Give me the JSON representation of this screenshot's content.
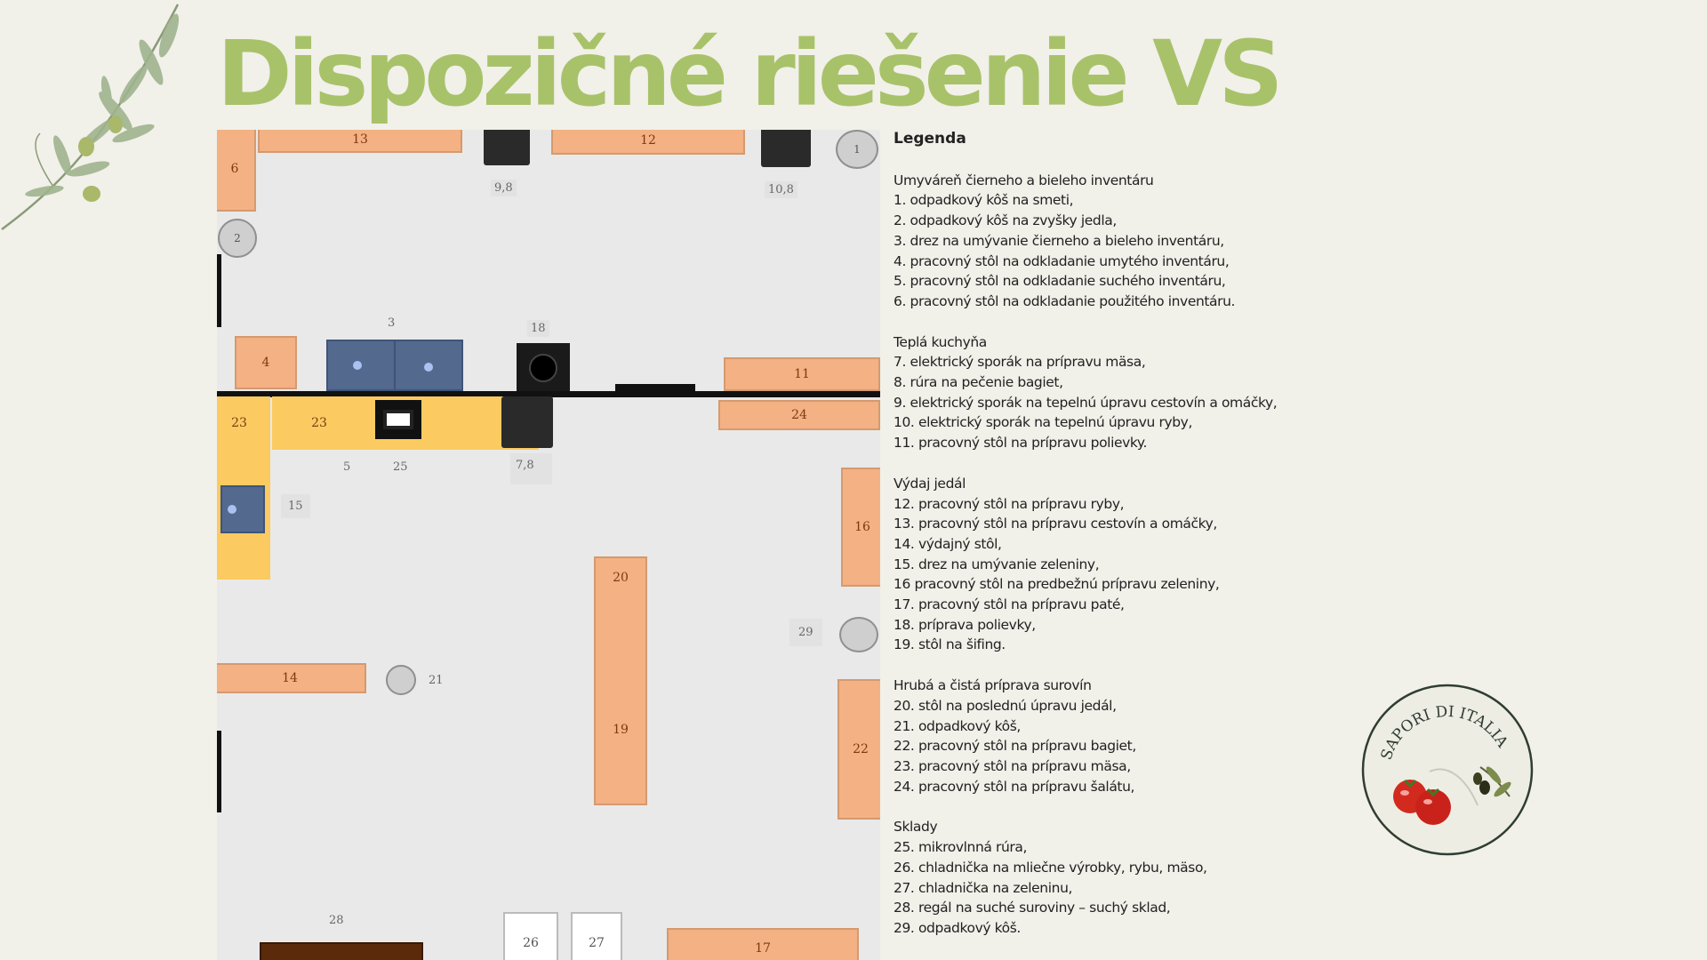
{
  "title": "Dispozičné riešenie VS",
  "plan": {
    "t13": "13",
    "t12": "12",
    "t6": "6",
    "s98": "9,8",
    "s108": "10,8",
    "b1": "1",
    "b2": "2",
    "c3": "3",
    "c18": "18",
    "t4": "4",
    "t11": "11",
    "y23a": "23",
    "y23b": "23",
    "t24": "24",
    "c5": "5",
    "c25": "25",
    "s78": "7,8",
    "c15": "15",
    "t16": "16",
    "t20": "20",
    "t19": "19",
    "l29": "29",
    "t14": "14",
    "l21": "21",
    "t22": "22",
    "c28": "28",
    "f26": "26",
    "f27": "27",
    "t17": "17"
  },
  "legend": {
    "heading": "Legenda",
    "s1_title": "Umyváreň čierneho a bieleho inventáru",
    "s1_items": [
      "1. odpadkový kôš na smeti,",
      "2. odpadkový kôš na zvyšky jedla,",
      "3. drez na umývanie čierneho a bieleho inventáru,",
      "4. pracovný stôl na odkladanie umytého inventáru,",
      "5. pracovný stôl na odkladanie suchého inventáru,",
      "6. pracovný stôl na odkladanie použitého inventáru."
    ],
    "s2_title": "Teplá kuchyňa",
    "s2_items": [
      "7. elektrický sporák na prípravu mäsa,",
      "8. rúra na pečenie bagiet,",
      "9. elektrický sporák na tepelnú úpravu cestovín a omáčky,",
      "10. elektrický sporák na tepelnú úpravu ryby,",
      "11. pracovný stôl na prípravu polievky."
    ],
    "s3_title": "Výdaj jedál",
    "s3_items": [
      "12. pracovný stôl na prípravu ryby,",
      "13. pracovný stôl na prípravu cestovín a omáčky,",
      "14. výdajný stôl,",
      "15. drez na umývanie zeleniny,",
      "16 pracovný stôl na predbežnú prípravu zeleniny,",
      "17. pracovný stôl na prípravu paté,",
      "18. príprava polievky,",
      "19. stôl na šifing."
    ],
    "s4_title": "Hrubá a čistá príprava surovín",
    "s4_items": [
      "20. stôl na poslednú úpravu jedál,",
      "21. odpadkový kôš,",
      "22. pracovný stôl na prípravu bagiet,",
      "23. pracovný stôl na prípravu mäsa,",
      "24. pracovný stôl na prípravu šalátu,"
    ],
    "s5_title": "Sklady",
    "s5_items": [
      "25. mikrovlnná rúra,",
      "26. chladnička na mliečne výrobky, rybu, mäso,",
      "27. chladnička na zeleninu,",
      "28. regál na suché suroviny – suchý sklad,",
      "29. odpadkový kôš."
    ]
  },
  "logo": {
    "text": "SAPORI DI ITALIA"
  },
  "colors": {
    "title": "#a8c26a",
    "table": "#f4b183",
    "counter": "#fbcb61",
    "sink": "#54698e"
  }
}
